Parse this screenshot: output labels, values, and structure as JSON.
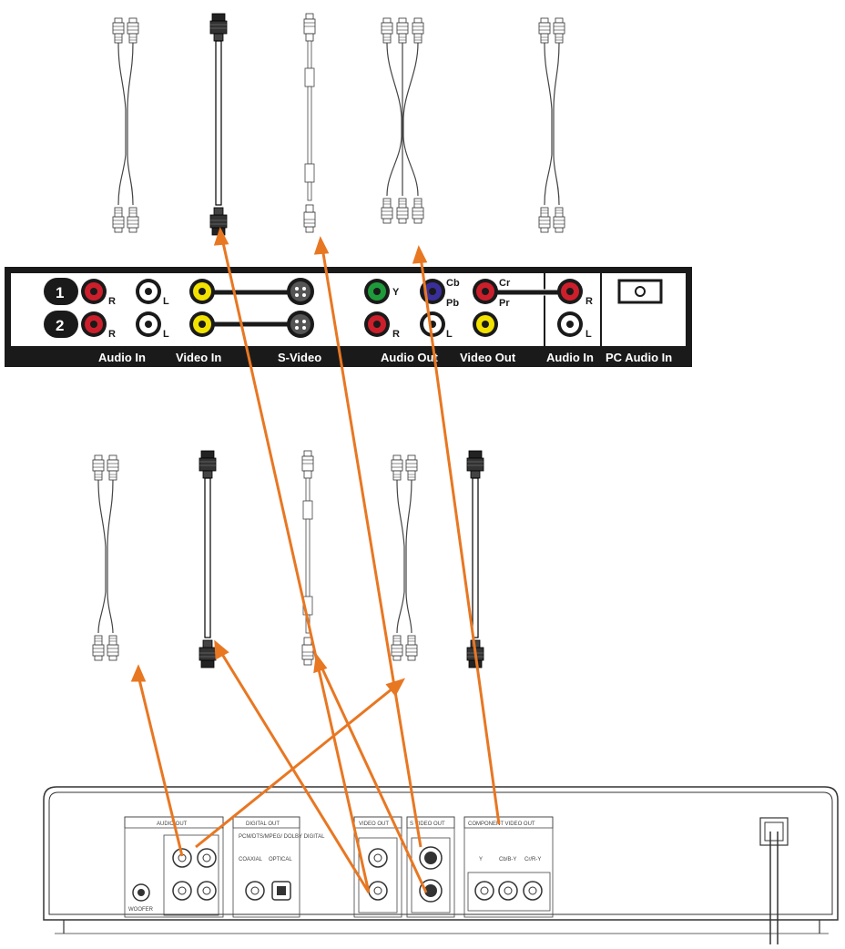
{
  "tv_panel": {
    "row1": "1",
    "row2": "2",
    "labels": {
      "audio_in": "Audio In",
      "video_in": "Video In",
      "s_video": "S-Video",
      "audio_out": "Audio Out",
      "video_out": "Video Out",
      "audio_in_2": "Audio In",
      "pc_audio_in": "PC Audio In"
    },
    "jack_letters": {
      "r": "R",
      "l": "L",
      "y": "Y",
      "cb": "Cb",
      "pb": "Pb",
      "cr": "Cr",
      "pr": "Pr"
    }
  },
  "dvd_panel": {
    "audio_out": "AUDIO OUT",
    "digital_out": "DIGITAL OUT",
    "digital_sub": "PCM/DTS/MPEG/ DOLBY DIGITAL",
    "coaxial": "COAXIAL",
    "optical": "OPTICAL",
    "video_out": "VIDEO OUT",
    "s_video_out": "S VIDEO OUT",
    "component_video_out": "COMPONENT VIDEO OUT",
    "comp_y": "Y",
    "comp_cb": "Cb/B-Y",
    "comp_cr": "Cr/R-Y",
    "woofer": "WOOFER"
  },
  "colors": {
    "panel": "#1a1a1a",
    "arrow": "#e87722",
    "jack_red": "#cc1f2c",
    "jack_white": "#ffffff",
    "jack_yellow": "#f2e200",
    "jack_green": "#1f9a3a",
    "jack_blue": "#3a2f9a"
  }
}
